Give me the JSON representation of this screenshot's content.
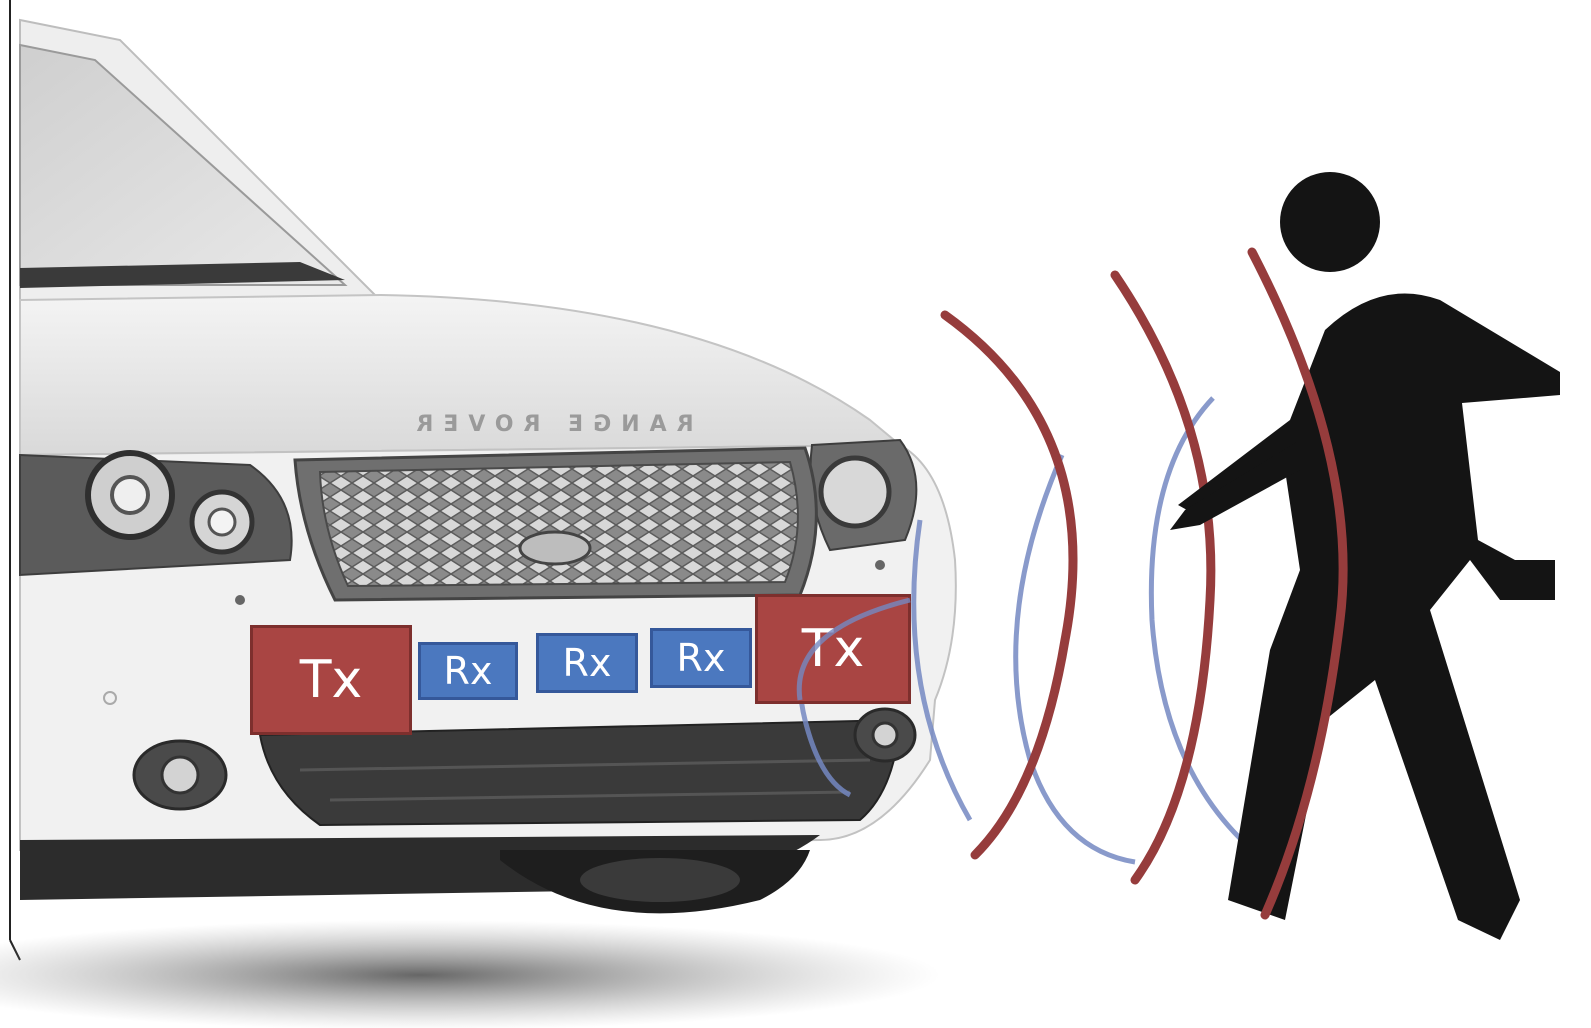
{
  "vehicle": {
    "hood_badge_text": "RANGE ROVER"
  },
  "sensor_array": {
    "transmitter_label": "Tx",
    "receiver_label": "Rx",
    "modules": [
      {
        "role": "transmitter",
        "label": "Tx"
      },
      {
        "role": "receiver",
        "label": "Rx"
      },
      {
        "role": "receiver",
        "label": "Rx"
      },
      {
        "role": "receiver",
        "label": "Rx"
      },
      {
        "role": "transmitter",
        "label": "Tx"
      }
    ]
  },
  "waves": {
    "transmitted_color": "#963c3c",
    "reflected_color": "#7488c2"
  },
  "pedestrian": {
    "icon": "pedestrian-walking-icon",
    "color": "#141414"
  },
  "colors": {
    "tx_fill": "#a94543",
    "rx_fill": "#4b78bf"
  }
}
